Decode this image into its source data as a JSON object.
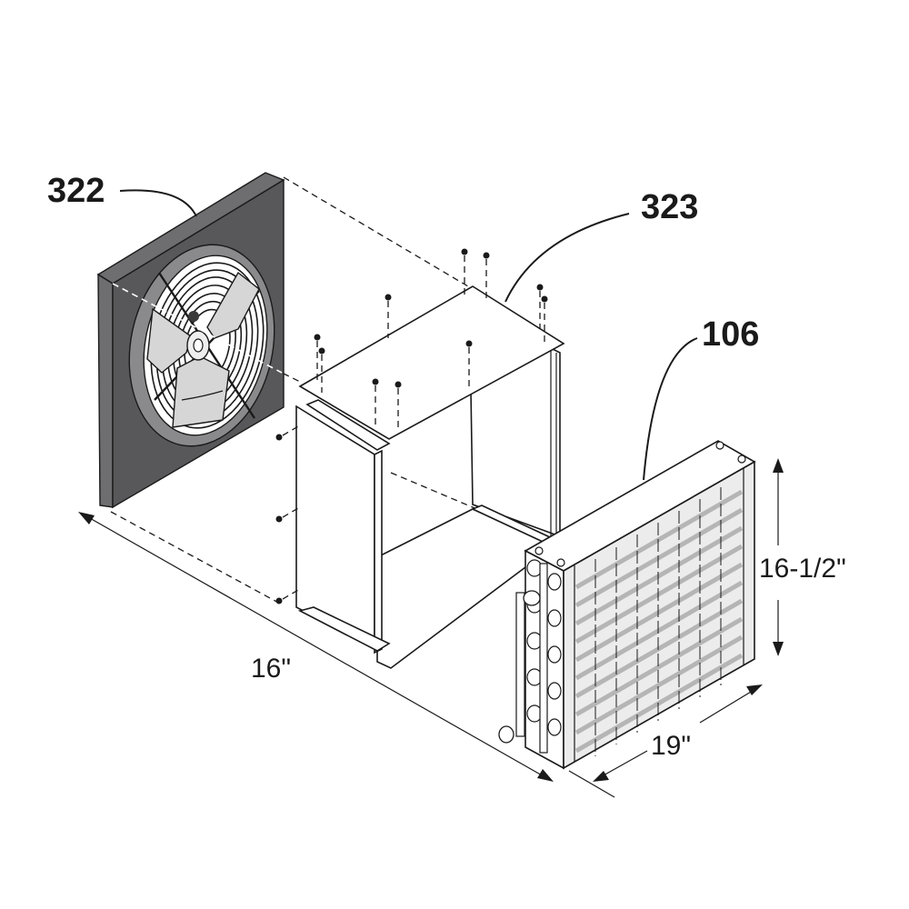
{
  "figure": {
    "type": "exploded-assembly-diagram",
    "components": [
      {
        "ref": "322",
        "description": "fan assembly with square shroud panel and wire guard"
      },
      {
        "ref": "323",
        "description": "sheet-metal enclosure housing with screws"
      },
      {
        "ref": "106",
        "description": "finned tube heat-exchanger coil"
      }
    ]
  },
  "labels": {
    "fan": "322",
    "housing": "323",
    "coil": "106"
  },
  "dimensions": {
    "length": "16\"",
    "coil_height": "16-1/2\"",
    "coil_width": "19\""
  },
  "colors": {
    "line": "#1a1a1a",
    "fan_panel": "#58585a",
    "fan_panel_edge": "#6e6e70",
    "fan_ring": "#8a8a8c",
    "blade": "#d6d6d6",
    "coil_fin": "#ececec",
    "coil_stripe": "#b5b5b5",
    "background": "#ffffff"
  }
}
